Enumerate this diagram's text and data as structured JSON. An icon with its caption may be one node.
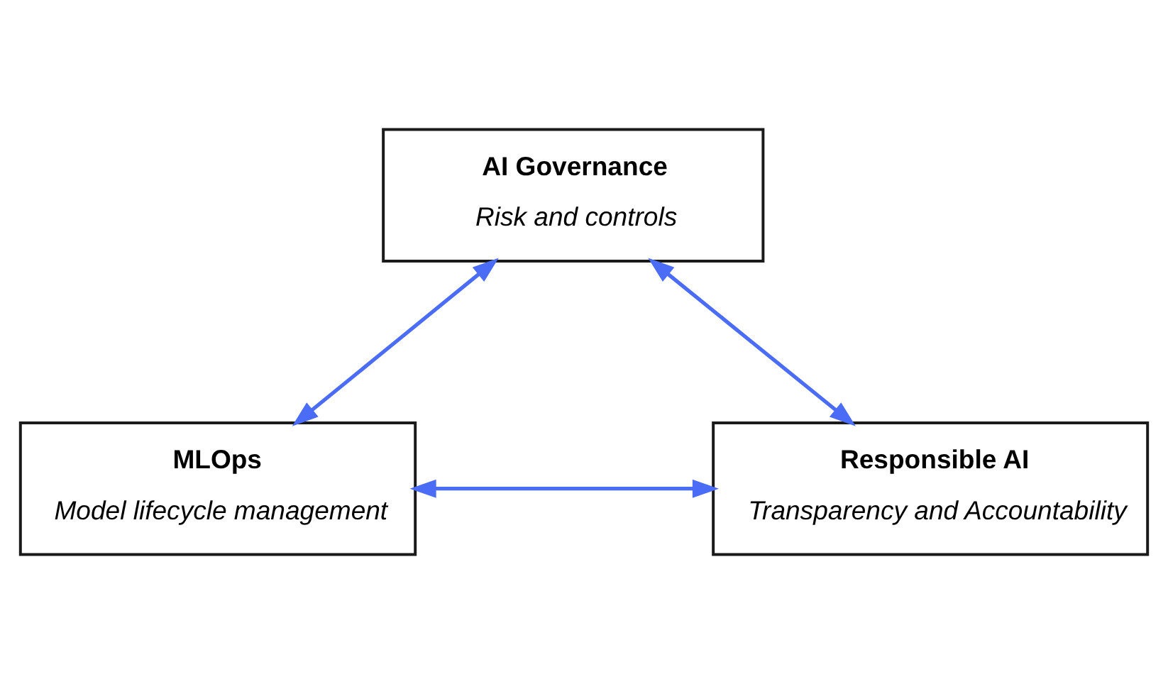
{
  "diagram": {
    "nodes": [
      {
        "text": [
          "AI Governance",
          "Risk and controls"
        ]
      },
      {
        "text": [
          "MLOps",
          "Model lifecycle management"
        ]
      },
      {
        "text": [
          "Responsible AI",
          "Transparency and Accountability"
        ]
      }
    ],
    "edges": [
      {
        "from": 0,
        "to": 1,
        "arrow": "both"
      },
      {
        "from": 0,
        "to": 2,
        "arrow": "both"
      },
      {
        "from": 1,
        "to": 2,
        "arrow": "both"
      }
    ]
  }
}
